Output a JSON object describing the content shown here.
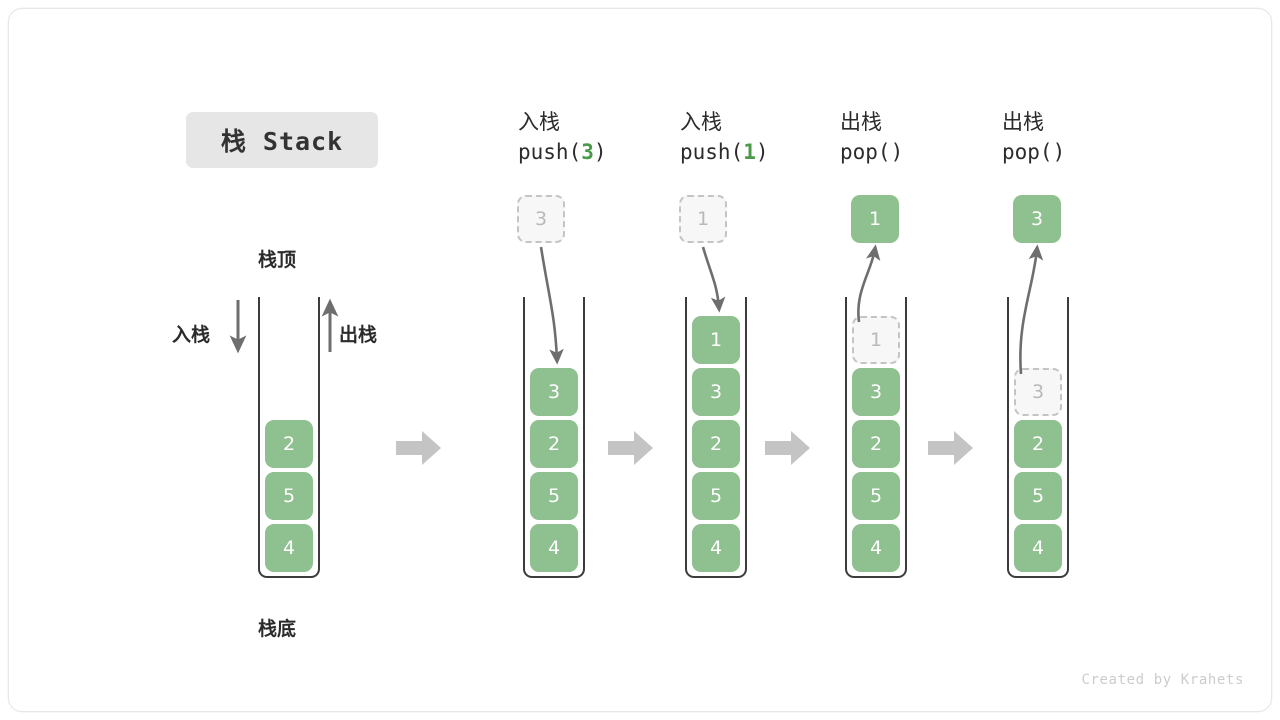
{
  "title": {
    "text": "栈 Stack"
  },
  "legend": {
    "top_label": "栈顶",
    "bottom_label": "栈底",
    "push_label": "入栈",
    "pop_label": "出栈"
  },
  "colors": {
    "element_fill": "#8fc08f",
    "element_text": "#ffffff",
    "ghost_fill": "#f7f7f7",
    "ghost_border": "#c4c4c4",
    "ghost_text": "#b9b9b9",
    "vessel_stroke": "#3c3c3c",
    "arrow_gray": "#6e6e6e",
    "flow_arrow": "#c4c4c4",
    "title_chip": "#e6e6e6",
    "accent_green": "#4a9a4a"
  },
  "columns": [
    {
      "id": "initial",
      "caption_cn": "",
      "caption_code": "",
      "stack": [
        "2",
        "5",
        "4"
      ],
      "ghost_index": -1,
      "floating": null
    },
    {
      "id": "push-3",
      "caption_cn": "入栈",
      "caption_code_prefix": "push(",
      "caption_code_arg": "3",
      "caption_code_suffix": ")",
      "stack": [
        "3",
        "2",
        "5",
        "4"
      ],
      "ghost_index": -1,
      "floating": {
        "value": "3",
        "style": "ghost",
        "direction": "in"
      }
    },
    {
      "id": "push-1",
      "caption_cn": "入栈",
      "caption_code_prefix": "push(",
      "caption_code_arg": "1",
      "caption_code_suffix": ")",
      "stack": [
        "1",
        "3",
        "2",
        "5",
        "4"
      ],
      "ghost_index": -1,
      "floating": {
        "value": "1",
        "style": "ghost",
        "direction": "in"
      }
    },
    {
      "id": "pop-1",
      "caption_cn": "出栈",
      "caption_code_prefix": "pop(",
      "caption_code_arg": "",
      "caption_code_suffix": ")",
      "stack": [
        "1",
        "3",
        "2",
        "5",
        "4"
      ],
      "ghost_index": 0,
      "floating": {
        "value": "1",
        "style": "solid",
        "direction": "out"
      }
    },
    {
      "id": "pop-2",
      "caption_cn": "出栈",
      "caption_code_prefix": "pop(",
      "caption_code_arg": "",
      "caption_code_suffix": ")",
      "stack": [
        "3",
        "2",
        "5",
        "4"
      ],
      "ghost_index": 0,
      "floating": {
        "value": "3",
        "style": "solid",
        "direction": "out"
      }
    }
  ],
  "flow_arrows": [
    "step-1",
    "step-2",
    "step-3",
    "step-4"
  ],
  "credit": {
    "text": "Created by Krahets"
  }
}
